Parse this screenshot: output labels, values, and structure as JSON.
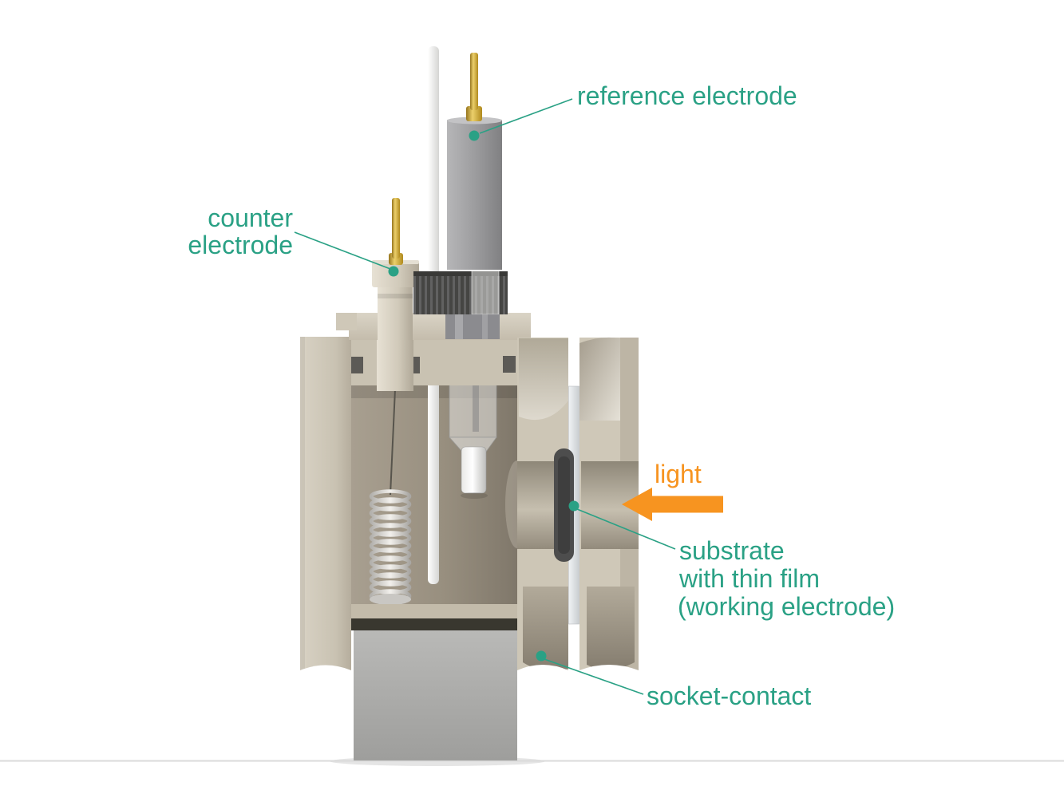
{
  "labels": {
    "reference_electrode": "reference electrode",
    "counter_electrode_line1": "counter",
    "counter_electrode_line2": "electrode",
    "light": "light",
    "substrate_line1": "substrate",
    "substrate_line2": "with thin film",
    "substrate_line3": "(working electrode)",
    "socket_contact": "socket-contact"
  },
  "colors": {
    "label_teal": "#2AA185",
    "light_orange": "#F79420"
  }
}
